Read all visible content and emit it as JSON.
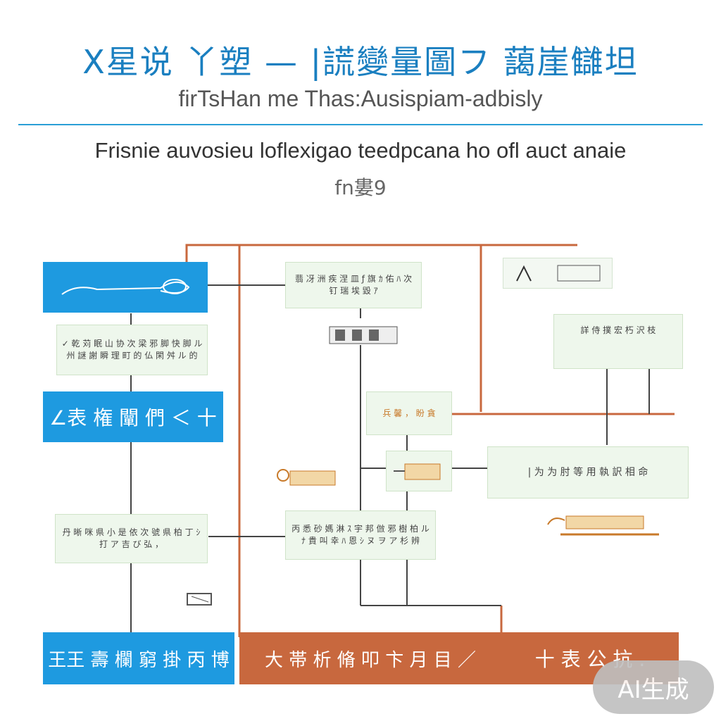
{
  "header": {
    "title": "X星说 丫塑 — |謊變量圖フ 藹崖讎坦",
    "subtitle": "firTsHan me Thas:Ausispiam-adbisly",
    "heading": "Frisnie auvosieu loflexigao teedpcana ho ofl auct anaie",
    "heading2": "fn婁9"
  },
  "boxes": {
    "left_top_label": "",
    "left_note1": "✓ 乾 苅 眠 山 协 次 梁 邪 脚 快 脚 ル 州 謎 謝 瞬 理 町 的 仏 閑 舛 ル 的",
    "left_mid": "∠表 権 闡 們 ＜ 十",
    "left_note2": "丹 晰 咪 県 小 是 依 次 號 県 柏 丁 ｼ 打 ア 吉 び 弘 ，",
    "left_bottom": "王王 壽 欄 窮 掛 丙 博",
    "center_top": "翡 冴 洲 疾 涅 皿 ƒ 旗 ｶ 佑 ﾊ 次 钉 瑞 埃 毀 ｱ",
    "center_small": "兵 馨 ， 盼 貪",
    "center_note": "丙 悉 砂 媽 淋 ｽ 宇 邦 倣 邪 樹 柏 ル ﾅ 貴 叫 幸 ﾊ 恩 ｼ ヌ ヲ ア 杉 辨",
    "bottom_center": "大 帯  析 脩 叩 卞 月 目 ／",
    "bottom_right": "十 表 公 抗 .",
    "right_top": "詳 侍 撲 宏 朽 沢 枝",
    "right_mid": "| 为 为  肘 等 用 執 訳 相 命"
  },
  "badge": "AI生成",
  "colors": {
    "blue": "#1e9ae0",
    "green": "#eef7ec",
    "brown": "#c8683e",
    "wire_orange": "#c8683e",
    "wire_dark": "#444444"
  }
}
